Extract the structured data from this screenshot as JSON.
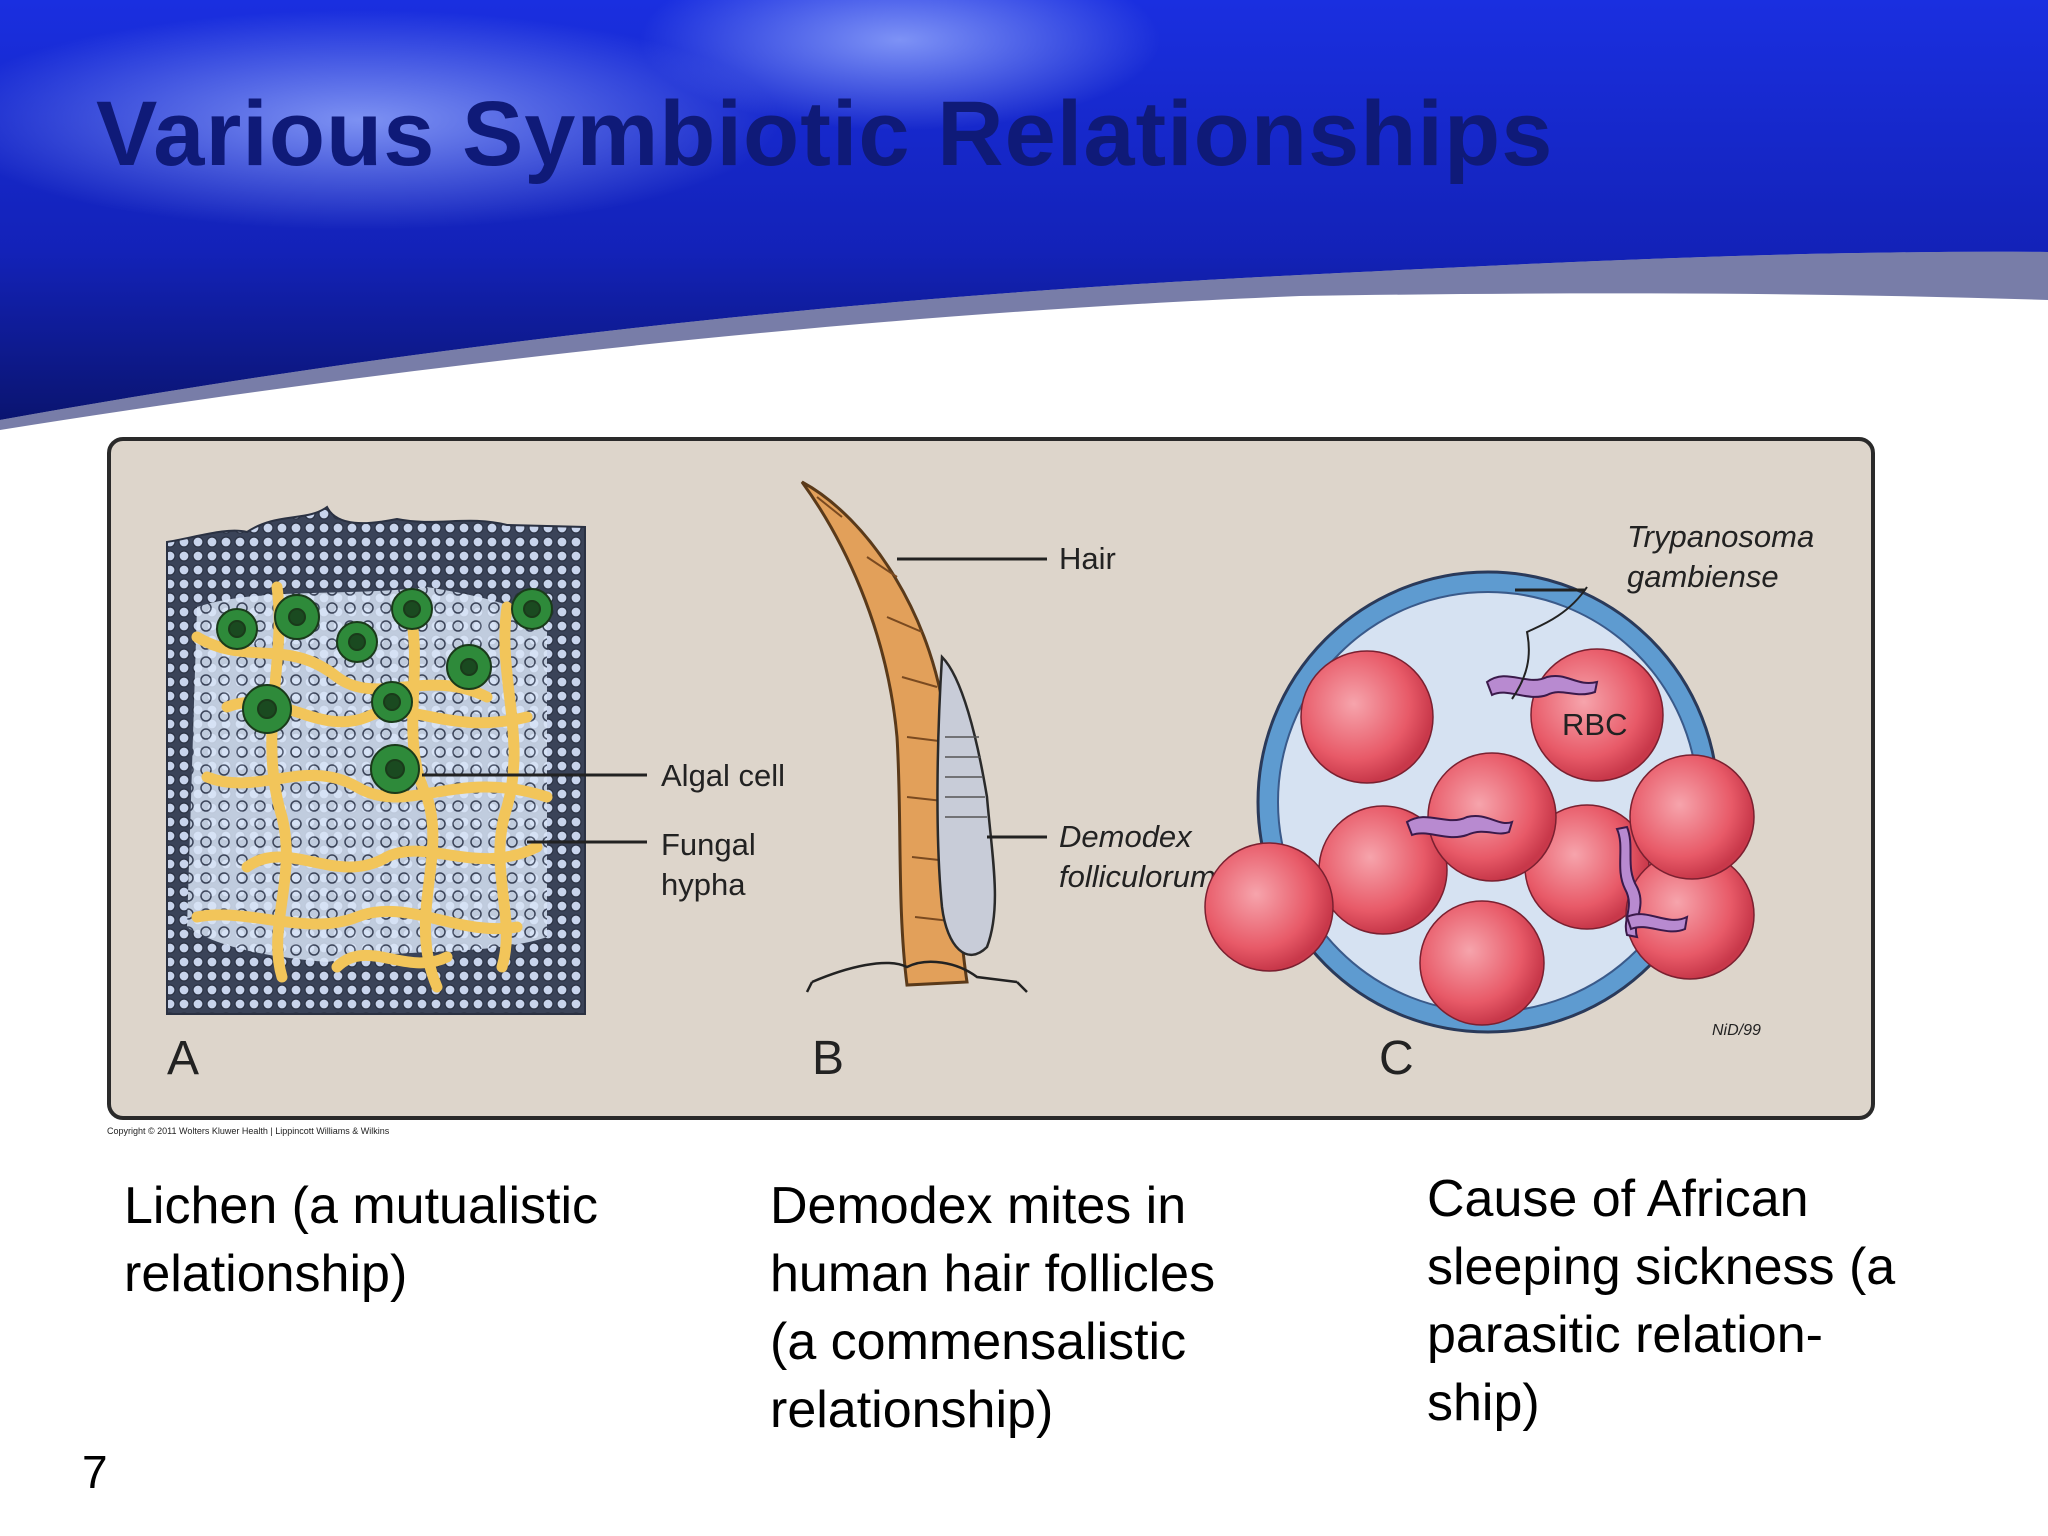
{
  "title": "Various Symbiotic Relationships",
  "figure": {
    "panels": [
      {
        "letter": "A",
        "labels": [
          "Algal cell",
          "Fungal",
          "hypha"
        ]
      },
      {
        "letter": "B",
        "labels": [
          "Hair",
          "Demodex",
          "folliculorum"
        ]
      },
      {
        "letter": "C",
        "labels": [
          "Trypanosoma",
          "gambiense",
          "RBC"
        ],
        "signature": "NiD/99"
      }
    ],
    "copyright": "Copyright © 2011 Wolters Kluwer Health | Lippincott Williams & Wilkins"
  },
  "captions": {
    "a": "Lichen (a mutualistic\nrelationship)",
    "b": "Demodex mites in\nhuman hair follicles\n(a commensalistic\nrelationship)",
    "c": "Cause of African\nsleeping sickness (a\nparasitic relation-\nship)"
  },
  "page_number": "7",
  "colors": {
    "header_blue": "#1a2ed8",
    "title_color": "#0f1a78",
    "figure_bg": "#ddd5cb",
    "hypha": "#f2c55a",
    "algal_cell": "#2e8a3a",
    "hair": "#e2a05a",
    "rbc": "#e8606e",
    "vessel": "#5e9bd0"
  }
}
